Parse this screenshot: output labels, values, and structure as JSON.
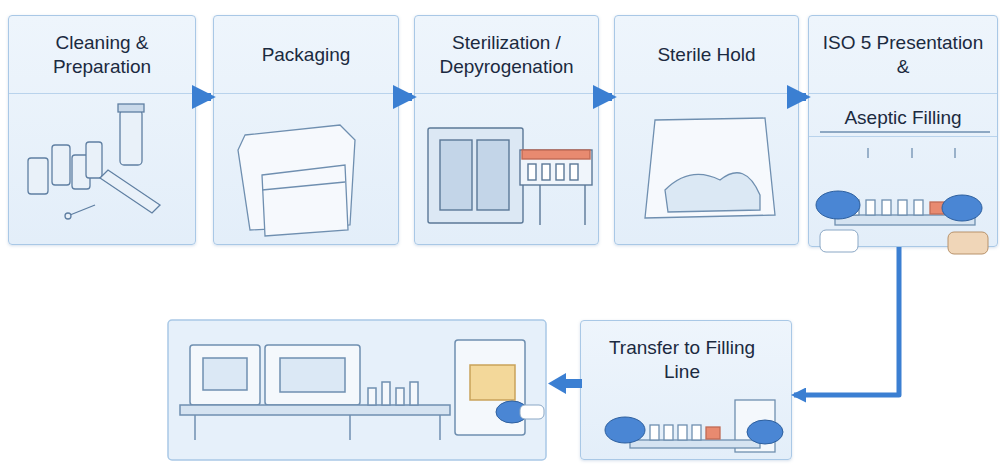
{
  "diagram": {
    "nodes": [
      {
        "text": [
          "Cleaning & Preparation"
        ]
      },
      {
        "text": [
          "Packaging"
        ]
      },
      {
        "text": [
          "Sterilization / Depyrogenation"
        ]
      },
      {
        "text": [
          "Sterile Hold"
        ]
      },
      {
        "text": [
          "ISO 5 Presentation &",
          "Aseptic Filling"
        ]
      },
      {
        "text": [
          "Transfer to Filling Line"
        ]
      }
    ],
    "edges": [
      {
        "from": 0,
        "to": 1,
        "arrow": "to"
      },
      {
        "from": 1,
        "to": 2,
        "arrow": "to"
      },
      {
        "from": 2,
        "to": 3,
        "arrow": "to"
      },
      {
        "from": 3,
        "to": 4,
        "arrow": "to"
      },
      {
        "from": 4,
        "to": 5,
        "arrow": "to"
      }
    ]
  }
}
